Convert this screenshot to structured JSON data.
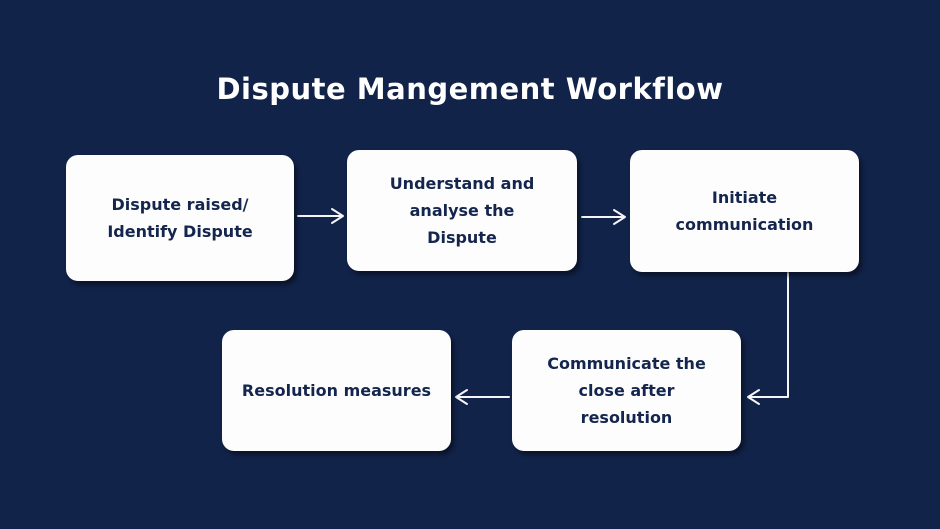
{
  "title": "Dispute Mangement Workflow",
  "colors": {
    "background": "#12234A",
    "node_bg": "#FDFDFD",
    "node_text": "#14264E",
    "title_text": "#FFFFFF",
    "arrow": "#F5F5F5"
  },
  "nodes": [
    {
      "id": "dispute-raised",
      "label": "Dispute raised/\nIdentify Dispute"
    },
    {
      "id": "understand-analyse",
      "label": "Understand and\nanalyse the\nDispute"
    },
    {
      "id": "initiate-communication",
      "label": "Initiate\ncommunication"
    },
    {
      "id": "resolution-measures",
      "label": "Resolution measures"
    },
    {
      "id": "communicate-close",
      "label": "Communicate the\nclose after\nresolution"
    }
  ],
  "arrows": [
    {
      "from": "dispute-raised",
      "to": "understand-analyse"
    },
    {
      "from": "understand-analyse",
      "to": "initiate-communication"
    },
    {
      "from": "initiate-communication",
      "to": "communicate-close"
    },
    {
      "from": "communicate-close",
      "to": "resolution-measures"
    }
  ]
}
